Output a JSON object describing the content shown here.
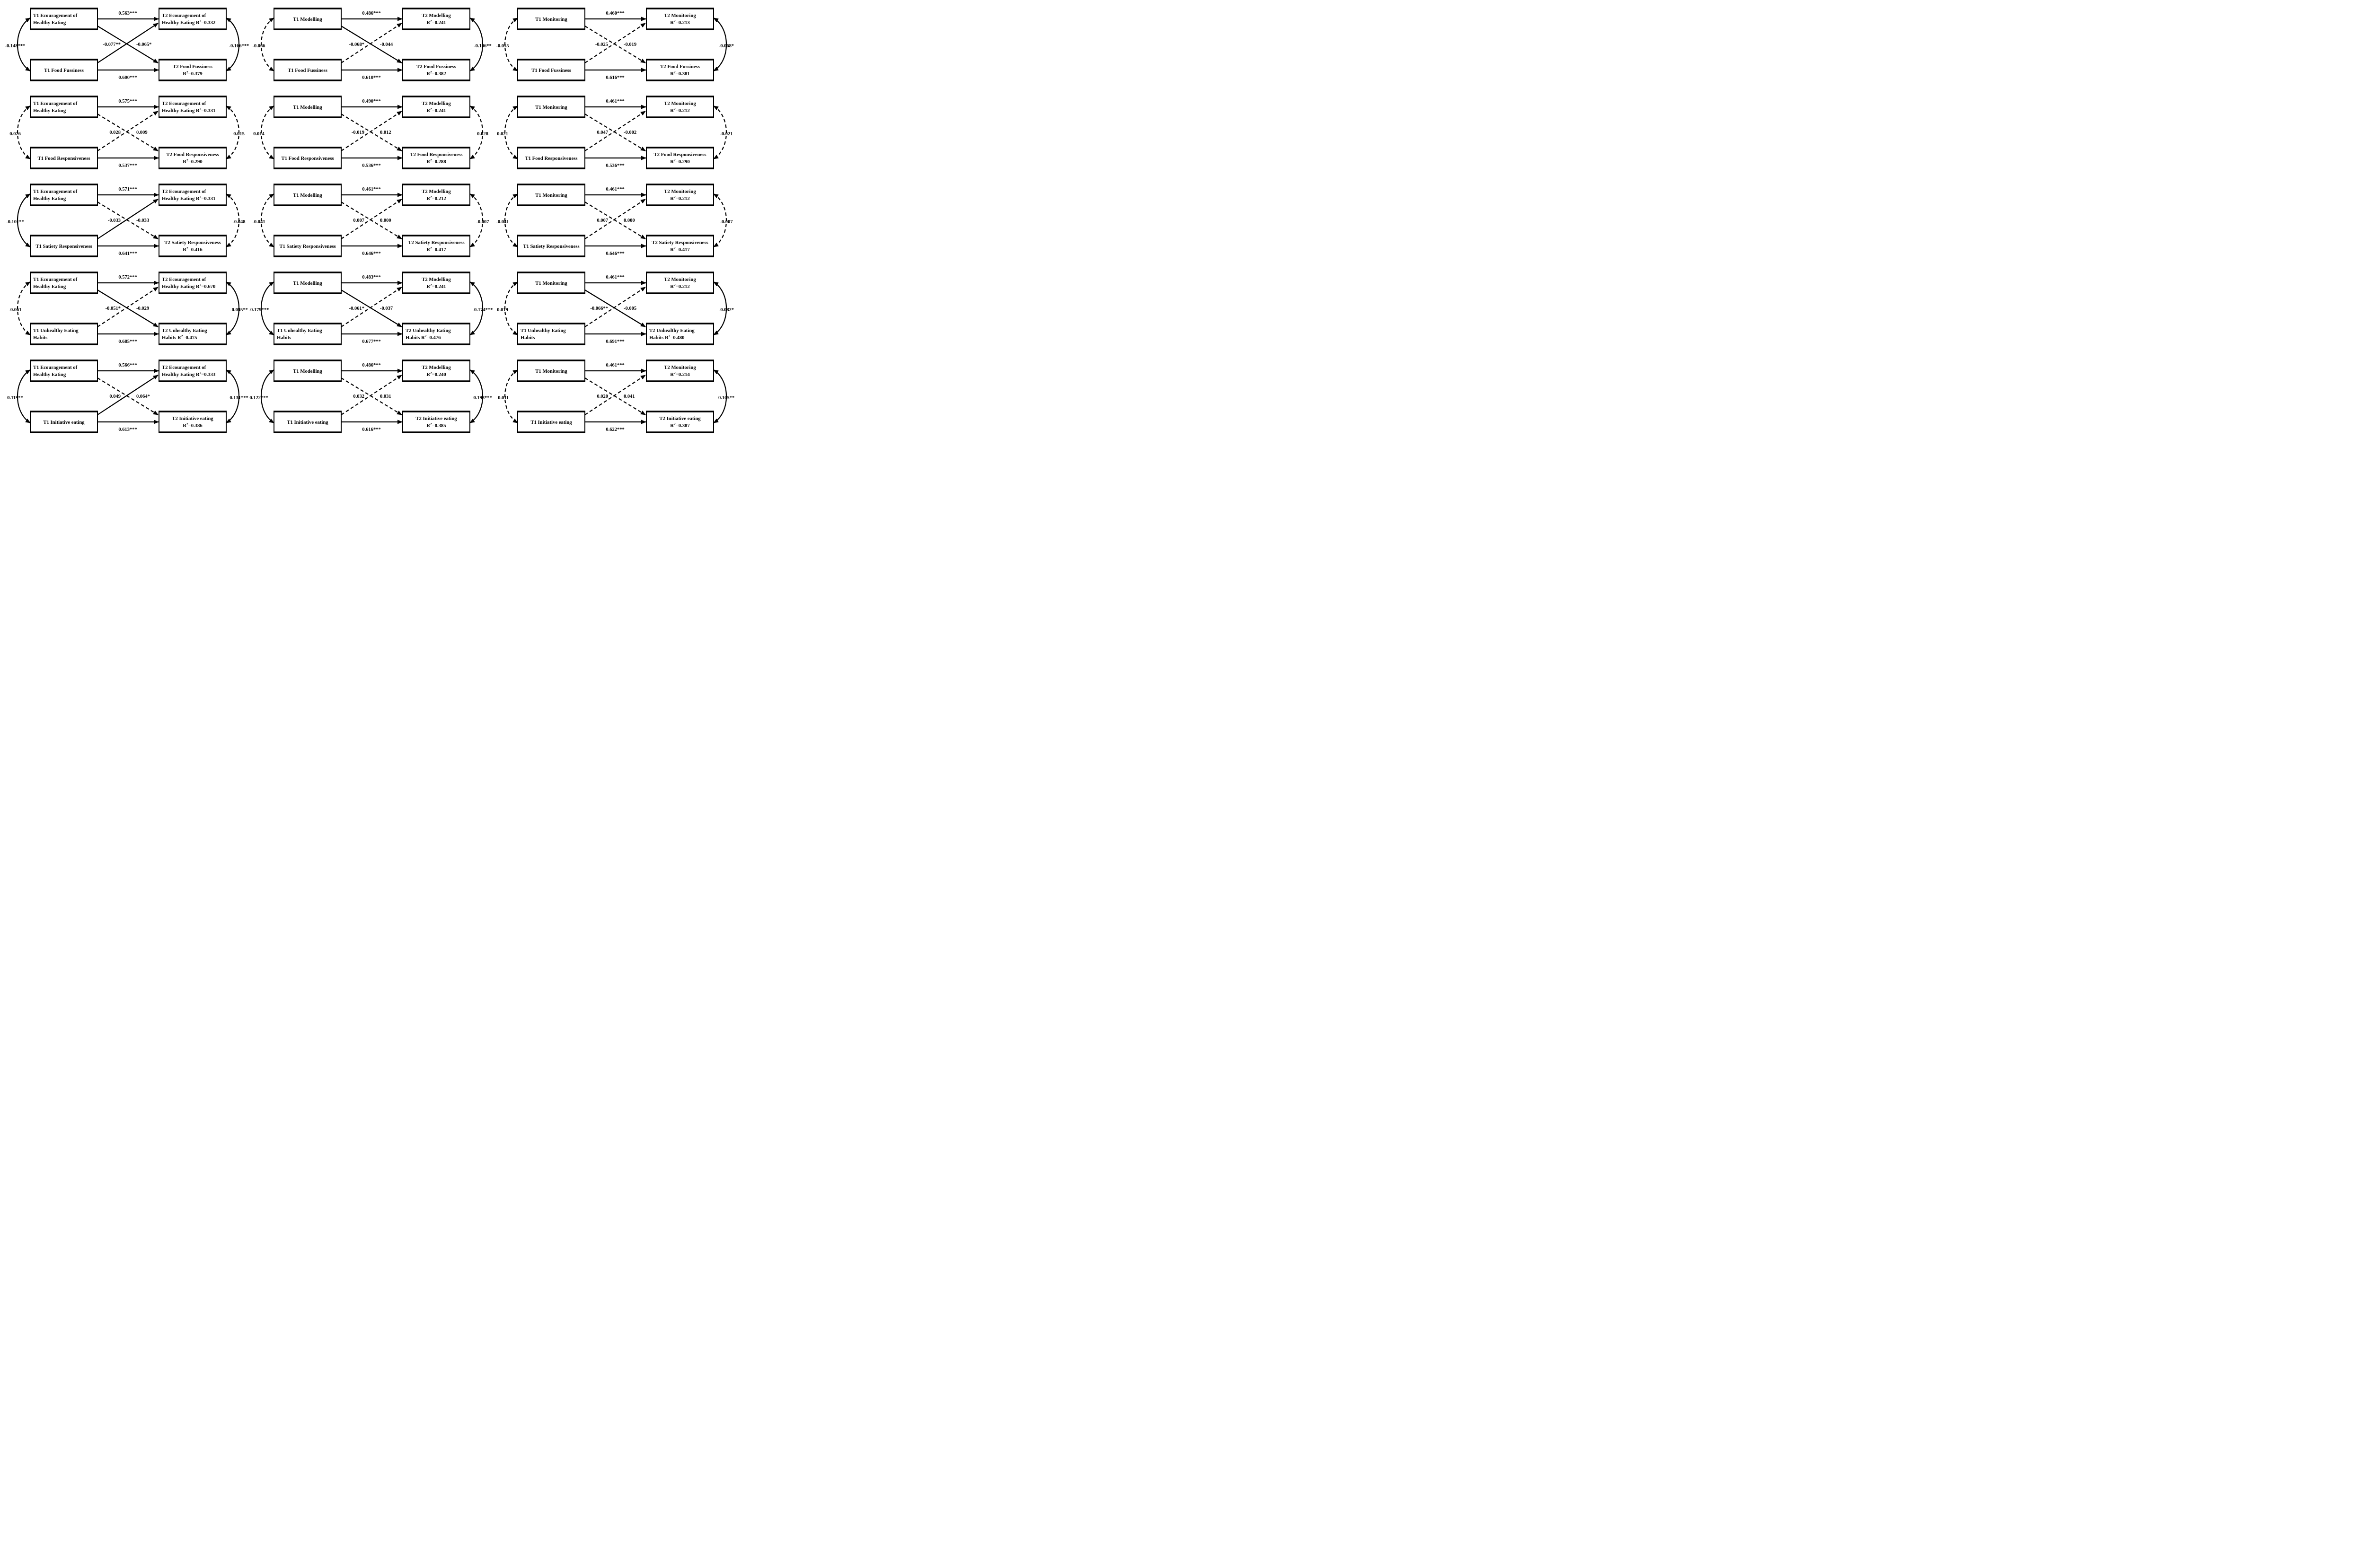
{
  "figure": {
    "description_colors": {
      "ink": "#000000",
      "paper": "#ffffff"
    },
    "grid": {
      "rows": 5,
      "cols": 3
    }
  },
  "diagrams": [
    {
      "boxes": {
        "t1_top": {
          "lines": [
            "T1 Ecouragement of",
            "Healthy Eating"
          ],
          "align": "left"
        },
        "t1_bottom": {
          "lines": [
            "T1 Food Fussiness"
          ]
        },
        "t2_top": {
          "lines": [
            "T2 Ecouragement of",
            "Healthy Eating R^2=0.332"
          ],
          "align": "left"
        },
        "t2_bottom": {
          "lines": [
            "T2 Food Fussiness",
            "R^2=0.379"
          ]
        }
      },
      "paths": {
        "stability_top": {
          "label": "0.563***",
          "style": "solid"
        },
        "cross_top_to_bottom": {
          "label": "-0.077**",
          "style": "solid"
        },
        "cross_bottom_to_top": {
          "label": "-0.065*",
          "style": "solid"
        },
        "stability_bottom": {
          "label": "0.600***",
          "style": "solid"
        },
        "correlation_left": {
          "label": "-0.148***",
          "style": "solid"
        },
        "correlation_right": {
          "label": "-0.166***",
          "style": "solid"
        }
      }
    },
    {
      "boxes": {
        "t1_top": {
          "lines": [
            "T1 Modelling"
          ]
        },
        "t1_bottom": {
          "lines": [
            "T1 Food Fussiness"
          ]
        },
        "t2_top": {
          "lines": [
            "T2 Modelling",
            "R^2=0.241"
          ]
        },
        "t2_bottom": {
          "lines": [
            "T2 Food Fussiness",
            "R^2=0.382"
          ]
        }
      },
      "paths": {
        "stability_top": {
          "label": "0.486***",
          "style": "solid"
        },
        "cross_top_to_bottom": {
          "label": "-0.068*",
          "style": "solid"
        },
        "cross_bottom_to_top": {
          "label": "-0.044",
          "style": "dashed"
        },
        "stability_bottom": {
          "label": "0.610***",
          "style": "solid"
        },
        "correlation_left": {
          "label": "-0.066",
          "style": "dashed"
        },
        "correlation_right": {
          "label": "-0.106**",
          "style": "solid"
        }
      }
    },
    {
      "boxes": {
        "t1_top": {
          "lines": [
            "T1 Monitoring"
          ]
        },
        "t1_bottom": {
          "lines": [
            "T1 Food Fussiness"
          ]
        },
        "t2_top": {
          "lines": [
            "T2 Monitoring",
            "R^2=0.213"
          ]
        },
        "t2_bottom": {
          "lines": [
            "T2 Food Fussiness",
            "R^2=0.381"
          ]
        }
      },
      "paths": {
        "stability_top": {
          "label": "0.460***",
          "style": "solid"
        },
        "cross_top_to_bottom": {
          "label": "-0.025",
          "style": "dashed"
        },
        "cross_bottom_to_top": {
          "label": "-0.019",
          "style": "dashed"
        },
        "stability_bottom": {
          "label": "0.616***",
          "style": "solid"
        },
        "correlation_left": {
          "label": "-0.055",
          "style": "dashed"
        },
        "correlation_right": {
          "label": "-0.068*",
          "style": "solid"
        }
      }
    },
    {
      "boxes": {
        "t1_top": {
          "lines": [
            "T1 Ecouragement of",
            "Healthy Eating"
          ],
          "align": "left"
        },
        "t1_bottom": {
          "lines": [
            "T1 Food Responsiveness"
          ]
        },
        "t2_top": {
          "lines": [
            "T2 Ecouragement of",
            "Healthy Eating R^2=0.331"
          ],
          "align": "left"
        },
        "t2_bottom": {
          "lines": [
            "T2 Food Responsiveness",
            "R^2=0.290"
          ]
        }
      },
      "paths": {
        "stability_top": {
          "label": "0.575***",
          "style": "solid"
        },
        "cross_top_to_bottom": {
          "label": "0.028",
          "style": "dashed"
        },
        "cross_bottom_to_top": {
          "label": "0.009",
          "style": "dashed"
        },
        "stability_bottom": {
          "label": "0.537***",
          "style": "solid"
        },
        "correlation_left": {
          "label": "0.026",
          "style": "dashed"
        },
        "correlation_right": {
          "label": "0.015",
          "style": "dashed"
        }
      }
    },
    {
      "boxes": {
        "t1_top": {
          "lines": [
            "T1 Modelling"
          ]
        },
        "t1_bottom": {
          "lines": [
            "T1 Food Responsiveness"
          ]
        },
        "t2_top": {
          "lines": [
            "T2 Modelling",
            "R^2=0.241"
          ]
        },
        "t2_bottom": {
          "lines": [
            "T2 Food Responsiveness",
            "R^2=0.288"
          ]
        }
      },
      "paths": {
        "stability_top": {
          "label": "0.490***",
          "style": "solid"
        },
        "cross_top_to_bottom": {
          "label": "-0.019",
          "style": "dashed"
        },
        "cross_bottom_to_top": {
          "label": "0.012",
          "style": "dashed"
        },
        "stability_bottom": {
          "label": "0.536***",
          "style": "solid"
        },
        "correlation_left": {
          "label": "0.014",
          "style": "dashed"
        },
        "correlation_right": {
          "label": "0.028",
          "style": "dashed"
        }
      }
    },
    {
      "boxes": {
        "t1_top": {
          "lines": [
            "T1 Monitoring"
          ]
        },
        "t1_bottom": {
          "lines": [
            "T1 Food Responsiveness"
          ]
        },
        "t2_top": {
          "lines": [
            "T2 Monitoring",
            "R^2=0.212"
          ]
        },
        "t2_bottom": {
          "lines": [
            "T2 Food Responsiveness",
            "R^2=0.290"
          ]
        }
      },
      "paths": {
        "stability_top": {
          "label": "0.461***",
          "style": "solid"
        },
        "cross_top_to_bottom": {
          "label": "0.047",
          "style": "dashed"
        },
        "cross_bottom_to_top": {
          "label": "-0.002",
          "style": "dashed"
        },
        "stability_bottom": {
          "label": "0.536***",
          "style": "solid"
        },
        "correlation_left": {
          "label": "0.021",
          "style": "dashed"
        },
        "correlation_right": {
          "label": "-0.021",
          "style": "dashed"
        }
      }
    },
    {
      "boxes": {
        "t1_top": {
          "lines": [
            "T1 Ecouragement of",
            "Healthy Eating"
          ],
          "align": "left"
        },
        "t1_bottom": {
          "lines": [
            "T1 Satiety Responsiveness"
          ]
        },
        "t2_top": {
          "lines": [
            "T2 Ecouragement of",
            "Healthy Eating R^2=0.331"
          ],
          "align": "left"
        },
        "t2_bottom": {
          "lines": [
            "T2 Satiety Responsiveness",
            "R^2=0.416"
          ]
        }
      },
      "paths": {
        "stability_top": {
          "label": "0.571***",
          "style": "solid"
        },
        "cross_top_to_bottom": {
          "label": "-0.033",
          "style": "dashed"
        },
        "cross_bottom_to_top": {
          "label": "-0.033",
          "style": "solid"
        },
        "stability_bottom": {
          "label": "0.641***",
          "style": "solid"
        },
        "correlation_left": {
          "label": "-0.101**",
          "style": "solid"
        },
        "correlation_right": {
          "label": "-0.048",
          "style": "dashed"
        }
      }
    },
    {
      "boxes": {
        "t1_top": {
          "lines": [
            "T1 Modelling"
          ]
        },
        "t1_bottom": {
          "lines": [
            "T1 Satiety Responsiveness"
          ]
        },
        "t2_top": {
          "lines": [
            "T2 Modelling",
            "R^2=0.212"
          ]
        },
        "t2_bottom": {
          "lines": [
            "T2 Satiety Responsiveness",
            "R^2=0.417"
          ]
        }
      },
      "paths": {
        "stability_top": {
          "label": "0.461***",
          "style": "solid"
        },
        "cross_top_to_bottom": {
          "label": "0.007",
          "style": "dashed"
        },
        "cross_bottom_to_top": {
          "label": "0.000",
          "style": "dashed"
        },
        "stability_bottom": {
          "label": "0.646***",
          "style": "solid"
        },
        "correlation_left": {
          "label": "-0.041",
          "style": "dashed"
        },
        "correlation_right": {
          "label": "-0.007",
          "style": "dashed"
        }
      }
    },
    {
      "boxes": {
        "t1_top": {
          "lines": [
            "T1 Monitoring"
          ]
        },
        "t1_bottom": {
          "lines": [
            "T1 Satiety Responsiveness"
          ]
        },
        "t2_top": {
          "lines": [
            "T2 Monitoring",
            "R^2=0.212"
          ]
        },
        "t2_bottom": {
          "lines": [
            "T2 Satiety Responsiveness",
            "R^2=0.417"
          ]
        }
      },
      "paths": {
        "stability_top": {
          "label": "0.461***",
          "style": "solid"
        },
        "cross_top_to_bottom": {
          "label": "0.007",
          "style": "dashed"
        },
        "cross_bottom_to_top": {
          "label": "0.000",
          "style": "dashed"
        },
        "stability_bottom": {
          "label": "0.646***",
          "style": "solid"
        },
        "correlation_left": {
          "label": "-0.041",
          "style": "dashed"
        },
        "correlation_right": {
          "label": "-0.007",
          "style": "dashed"
        }
      }
    },
    {
      "boxes": {
        "t1_top": {
          "lines": [
            "T1 Ecouragement of",
            "Healthy Eating"
          ],
          "align": "left"
        },
        "t1_bottom": {
          "lines": [
            "T1 Unhealthy Eating",
            "Habits"
          ],
          "align": "left"
        },
        "t2_top": {
          "lines": [
            "T2 Ecouragement of",
            "Healthy Eating R^2=0.670"
          ],
          "align": "left"
        },
        "t2_bottom": {
          "lines": [
            "T2 Unhealthy Eating",
            "Habits  R^2=0.475"
          ],
          "align": "left"
        }
      },
      "paths": {
        "stability_top": {
          "label": "0.572***",
          "style": "solid"
        },
        "cross_top_to_bottom": {
          "label": "-0.051*",
          "style": "solid"
        },
        "cross_bottom_to_top": {
          "label": "-0.029",
          "style": "dashed"
        },
        "stability_bottom": {
          "label": "0.685***",
          "style": "solid"
        },
        "correlation_left": {
          "label": "-0.061",
          "style": "dashed"
        },
        "correlation_right": {
          "label": "-0.095**",
          "style": "solid"
        }
      }
    },
    {
      "boxes": {
        "t1_top": {
          "lines": [
            "T1 Modelling"
          ]
        },
        "t1_bottom": {
          "lines": [
            "T1 Unhealthy Eating",
            "Habits"
          ],
          "align": "left"
        },
        "t2_top": {
          "lines": [
            "T2 Modelling",
            "R^2=0.241"
          ]
        },
        "t2_bottom": {
          "lines": [
            "T2 Unhealthy Eating",
            "Habits R^2=0.476"
          ],
          "align": "left"
        }
      },
      "paths": {
        "stability_top": {
          "label": "0.483***",
          "style": "solid"
        },
        "cross_top_to_bottom": {
          "label": "-0.061*",
          "style": "solid"
        },
        "cross_bottom_to_top": {
          "label": "-0.037",
          "style": "dashed"
        },
        "stability_bottom": {
          "label": "0.677***",
          "style": "solid"
        },
        "correlation_left": {
          "label": "-0.179***",
          "style": "solid"
        },
        "correlation_right": {
          "label": "-0.174***",
          "style": "solid"
        }
      }
    },
    {
      "boxes": {
        "t1_top": {
          "lines": [
            "T1 Monitoring"
          ]
        },
        "t1_bottom": {
          "lines": [
            "T1 Unhealthy Eating",
            "Habits"
          ],
          "align": "left"
        },
        "t2_top": {
          "lines": [
            "T2 Monitoring",
            "R^2=0.212"
          ]
        },
        "t2_bottom": {
          "lines": [
            "T2 Unhealthy Eating",
            "Habits R^2=0.480"
          ],
          "align": "left"
        }
      },
      "paths": {
        "stability_top": {
          "label": "0.461***",
          "style": "solid"
        },
        "cross_top_to_bottom": {
          "label": "-0.066**",
          "style": "solid"
        },
        "cross_bottom_to_top": {
          "label": "-0.005",
          "style": "dashed"
        },
        "stability_bottom": {
          "label": "0.691***",
          "style": "solid"
        },
        "correlation_left": {
          "label": "0.019",
          "style": "dashed"
        },
        "correlation_right": {
          "label": "-0.082*",
          "style": "solid"
        }
      }
    },
    {
      "boxes": {
        "t1_top": {
          "lines": [
            "T1 Ecouragement of",
            "Healthy Eating"
          ],
          "align": "left"
        },
        "t1_bottom": {
          "lines": [
            "T1 Initiative eating"
          ]
        },
        "t2_top": {
          "lines": [
            "T2 Ecouragement of",
            "Healthy Eating R^2=0.333"
          ],
          "align": "left"
        },
        "t2_bottom": {
          "lines": [
            "T2 Initiative eating",
            "R^2=0.386"
          ]
        }
      },
      "paths": {
        "stability_top": {
          "label": "0.566***",
          "style": "solid"
        },
        "cross_top_to_bottom": {
          "label": "0.049",
          "style": "dashed"
        },
        "cross_bottom_to_top": {
          "label": "0.064*",
          "style": "solid"
        },
        "stability_bottom": {
          "label": "0.613***",
          "style": "solid"
        },
        "correlation_left": {
          "label": "0.119**",
          "style": "solid"
        },
        "correlation_right": {
          "label": "0.131***",
          "style": "solid"
        }
      }
    },
    {
      "boxes": {
        "t1_top": {
          "lines": [
            "T1 Modelling"
          ]
        },
        "t1_bottom": {
          "lines": [
            "T1 Initiative eating"
          ]
        },
        "t2_top": {
          "lines": [
            "T2 Modelling",
            "R^2=0.240"
          ]
        },
        "t2_bottom": {
          "lines": [
            "T2 Initiative eating",
            "R^2=0.385"
          ]
        }
      },
      "paths": {
        "stability_top": {
          "label": "0.486***",
          "style": "solid"
        },
        "cross_top_to_bottom": {
          "label": "0.032",
          "style": "dashed"
        },
        "cross_bottom_to_top": {
          "label": "0.031",
          "style": "dashed"
        },
        "stability_bottom": {
          "label": "0.616***",
          "style": "solid"
        },
        "correlation_left": {
          "label": "0.122***",
          "style": "solid"
        },
        "correlation_right": {
          "label": "0.193***",
          "style": "solid"
        }
      }
    },
    {
      "boxes": {
        "t1_top": {
          "lines": [
            "T1 Monitoring"
          ]
        },
        "t1_bottom": {
          "lines": [
            "T1 Initiative eating"
          ]
        },
        "t2_top": {
          "lines": [
            "T2 Monitoring",
            "R^2=0.214"
          ]
        },
        "t2_bottom": {
          "lines": [
            "T2 Initiative eating",
            "R^2=0.387"
          ]
        }
      },
      "paths": {
        "stability_top": {
          "label": "0.461***",
          "style": "solid"
        },
        "cross_top_to_bottom": {
          "label": "0.020",
          "style": "dashed"
        },
        "cross_bottom_to_top": {
          "label": "0.041",
          "style": "dashed"
        },
        "stability_bottom": {
          "label": "0.622***",
          "style": "solid"
        },
        "correlation_left": {
          "label": "-0.011",
          "style": "dashed"
        },
        "correlation_right": {
          "label": "0.105**",
          "style": "solid"
        }
      }
    }
  ]
}
